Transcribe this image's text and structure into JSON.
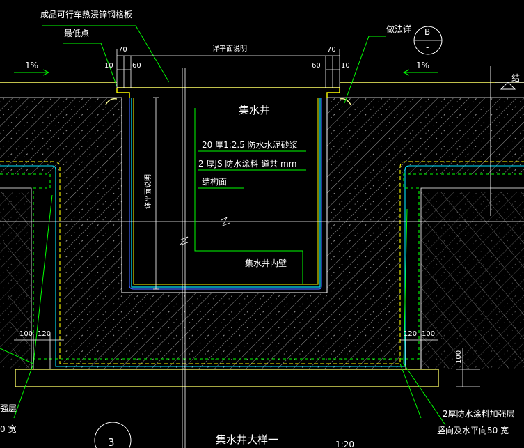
{
  "labels": {
    "grating": "成品可行车热浸锌钢格板",
    "lowest_point": "最低点",
    "practice_ref": "做法详",
    "detail_circle_top": "B",
    "detail_circle_bottom": "-",
    "slope_left": "1%",
    "slope_right": "1%",
    "right_edge_text": "结",
    "plan_size_top": "详平面说明",
    "plan_size_side": "详平面说明",
    "pit_title": "集水井",
    "layer_1": "20 厚1:2.5  防水水泥砂浆",
    "layer_2": "2 厚JS 防水涂料 道共 mm",
    "layer_3": "结构面",
    "inner_wall": "集水井内壁",
    "reinforce_left_1": "强层",
    "reinforce_left_2": "0  宽",
    "reinforce_right_1": "2厚防水涂料加强层",
    "reinforce_right_2": "竖向及水平向50  宽",
    "detail_number": "3",
    "detail_title": "集水井大样一",
    "detail_scale": "1:20"
  },
  "dimensions": {
    "top_left_70": "70",
    "top_left_10": "10",
    "top_left_60": "60",
    "top_right_70": "70",
    "top_right_60": "60",
    "top_right_10": "10",
    "bottom_left_100": "100",
    "bottom_left_120": "120",
    "bottom_right_120": "120",
    "bottom_right_100": "100",
    "right_vertical_100": "100"
  },
  "colors": {
    "background": "#000000",
    "ground_line": "#ffff66",
    "leader": "#00ff00",
    "pit_wall": "#ffff00",
    "waterproof_cyan": "#00e5ff",
    "blue": "#4060ff",
    "hatch": "#bfbfbf",
    "text": "#ffffff"
  }
}
